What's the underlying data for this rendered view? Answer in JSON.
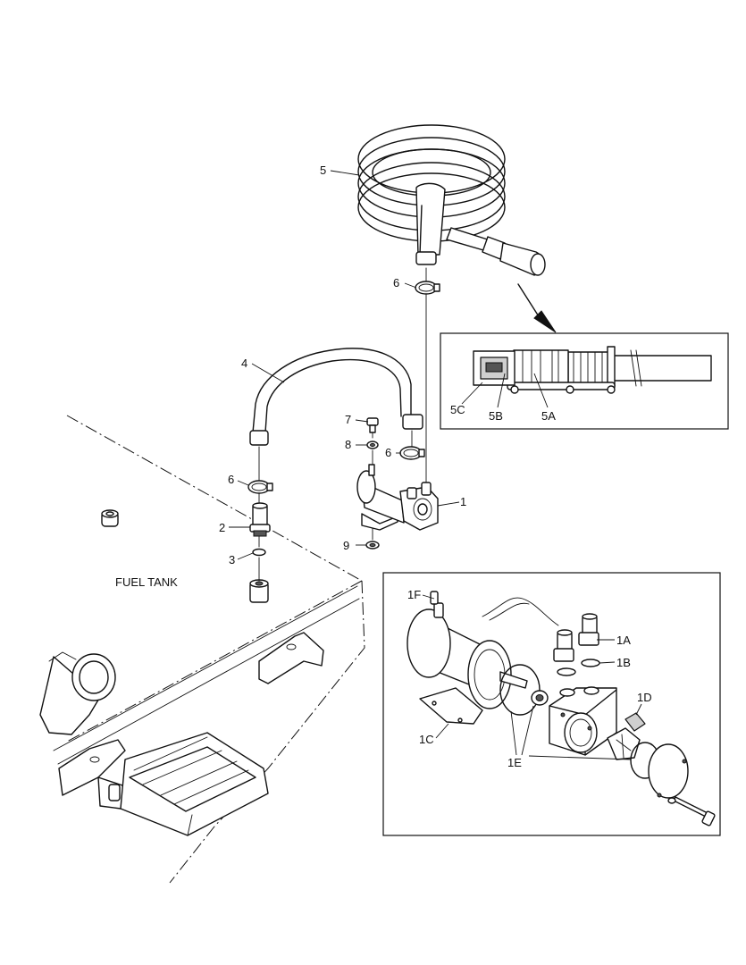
{
  "callouts": {
    "c1": "1",
    "c2": "2",
    "c3": "3",
    "c4": "4",
    "c5": "5",
    "c6a": "6",
    "c6b": "6",
    "c6c": "6",
    "c7": "7",
    "c8": "8",
    "c9": "9",
    "c5a": "5A",
    "c5b": "5B",
    "c5c": "5C",
    "c1a": "1A",
    "c1b": "1B",
    "c1c": "1C",
    "c1d": "1D",
    "c1e": "1E",
    "c1f": "1F"
  },
  "labels": {
    "fuel_tank": "FUEL TANK"
  }
}
